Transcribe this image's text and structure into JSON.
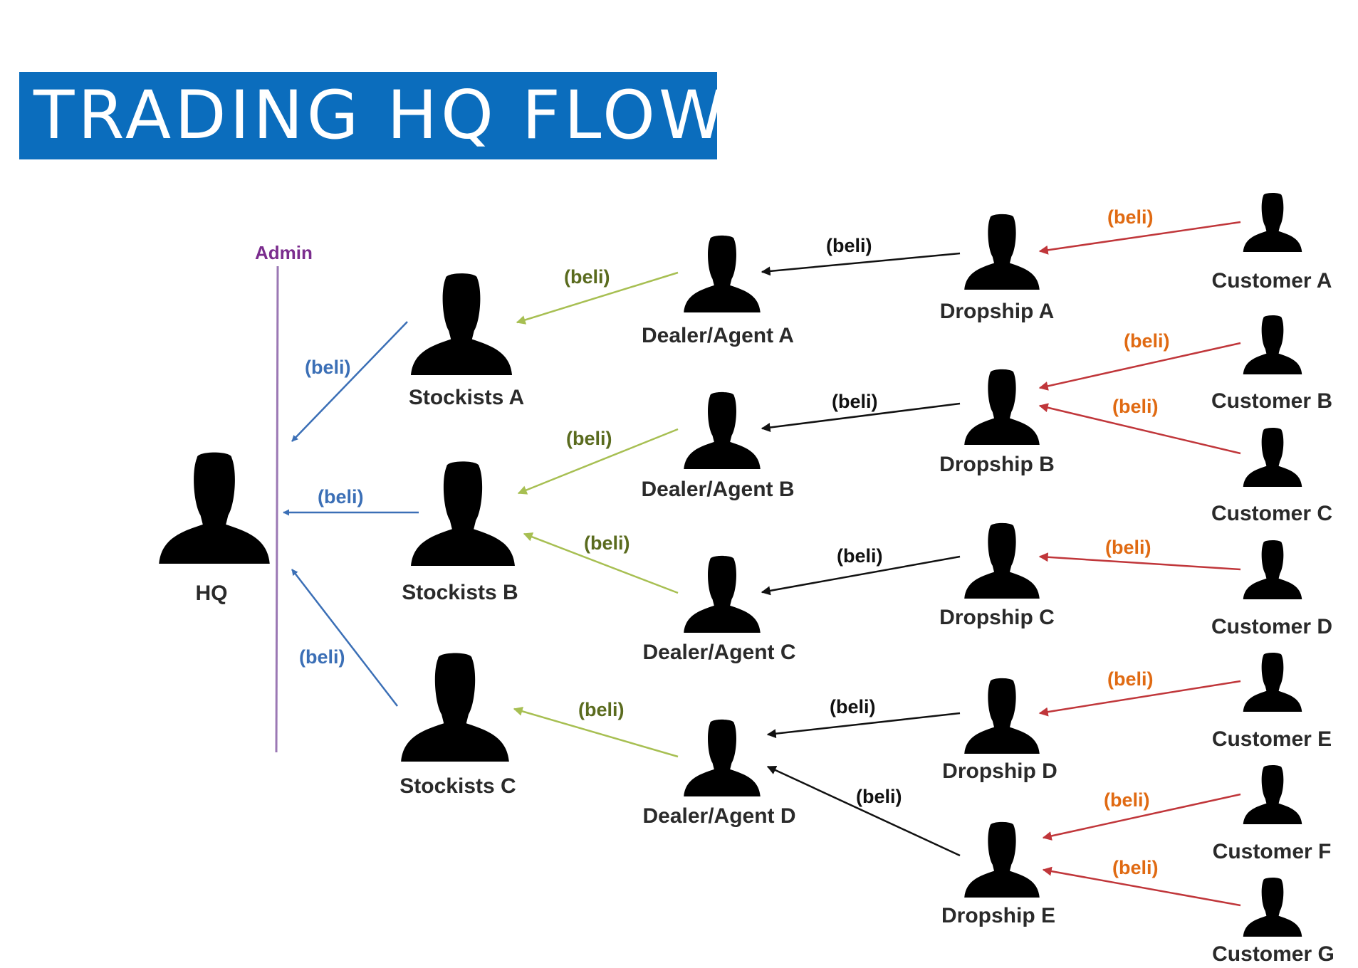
{
  "title": "TRADING HQ FLOW",
  "colors": {
    "title_bg": "#0b6dbd",
    "title_text": "#ffffff",
    "admin": "#7b2d8e",
    "stockist_to_hq": "#3b6fb6",
    "dealer_to_stockist": "#a7bf52",
    "dealer_to_stockist_label": "#5a6b1e",
    "dropship_to_dealer": "#111111",
    "customer_to_dropship": "#c0363a",
    "customer_to_dropship_label": "#e06a12",
    "person": "#000000"
  },
  "admin_label": "Admin",
  "nodes": {
    "hq": "HQ",
    "stockist_a": "Stockists A",
    "stockist_b": "Stockists B",
    "stockist_c": "Stockists C",
    "dealer_a": "Dealer/Agent A",
    "dealer_b": "Dealer/Agent B",
    "dealer_c": "Dealer/Agent C",
    "dealer_d": "Dealer/Agent D",
    "dropship_a": "Dropship A",
    "dropship_b": "Dropship B",
    "dropship_c": "Dropship C",
    "dropship_d": "Dropship D",
    "dropship_e": "Dropship E",
    "customer_a": "Customer A",
    "customer_b": "Customer B",
    "customer_c": "Customer C",
    "customer_d": "Customer D",
    "customer_e": "Customer E",
    "customer_f": "Customer F",
    "customer_g": "Customer G"
  },
  "edge_label": "(beli)"
}
